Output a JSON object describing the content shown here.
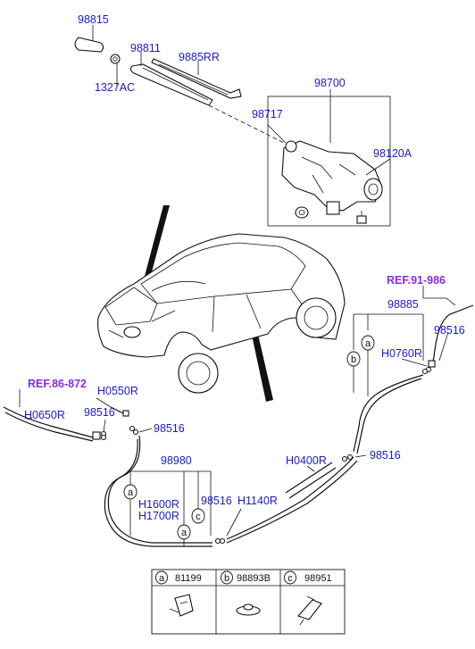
{
  "labels": {
    "p98815": "98815",
    "p98811": "98811",
    "p9885RR": "9885RR",
    "p1327AC": "1327AC",
    "p98700": "98700",
    "p98717": "98717",
    "p98120A": "98120A",
    "ref91": "REF.91-986",
    "p98885": "98885",
    "p98516a": "98516",
    "pH0760R": "H0760R",
    "ref86": "REF.86-872",
    "pH0550R": "H0550R",
    "pH0650R": "H0650R",
    "p98516b": "98516",
    "p98516c": "98516",
    "p98980": "98980",
    "pH0400R": "H0400R",
    "p98516d": "98516",
    "pH1600R": "H1600R",
    "pH1700R": "H1700R",
    "p98516e": "98516",
    "pH1140R": "H1140R"
  },
  "callouts": {
    "a": "a",
    "b": "b",
    "c": "c"
  },
  "legend": [
    {
      "key": "a",
      "part": "81199"
    },
    {
      "key": "b",
      "part": "98893B"
    },
    {
      "key": "c",
      "part": "98951"
    }
  ]
}
